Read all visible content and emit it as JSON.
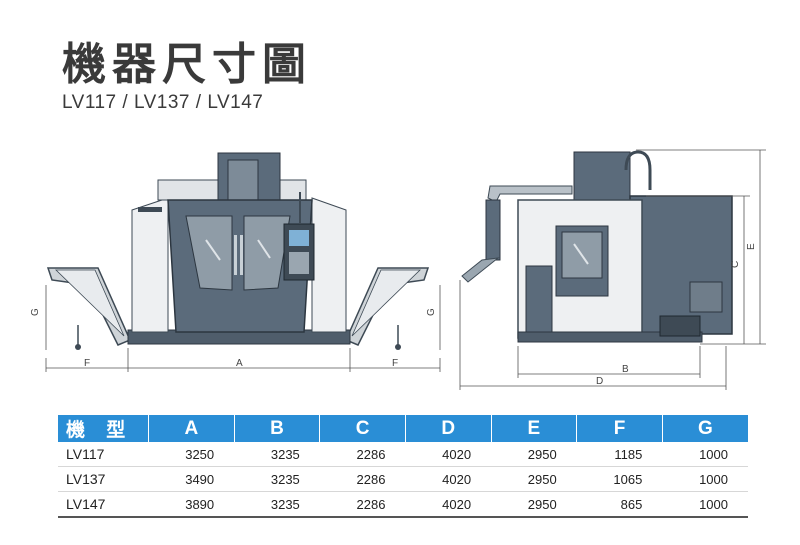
{
  "title": "機器尺寸圖",
  "subtitle": "LV117 / LV137 / LV147",
  "drawing_labels": {
    "front": {
      "g_left": "G",
      "f_left": "F",
      "a": "A",
      "f_right": "F",
      "g_right": "G"
    },
    "side": {
      "b": "B",
      "c": "C",
      "d": "D",
      "e": "E"
    }
  },
  "table": {
    "headers": [
      "機 型",
      "A",
      "B",
      "C",
      "D",
      "E",
      "F",
      "G"
    ],
    "rows": [
      [
        "LV117",
        "3250",
        "3235",
        "2286",
        "4020",
        "2950",
        "1185",
        "1000"
      ],
      [
        "LV137",
        "3490",
        "3235",
        "2286",
        "4020",
        "2950",
        "1065",
        "1000"
      ],
      [
        "LV147",
        "3890",
        "3235",
        "2286",
        "4020",
        "2950",
        "865",
        "1000"
      ]
    ]
  },
  "colors": {
    "header_blue": "#2a8ed6",
    "machine_body": "#5b6b7b",
    "machine_panel": "#e6e8ea"
  }
}
